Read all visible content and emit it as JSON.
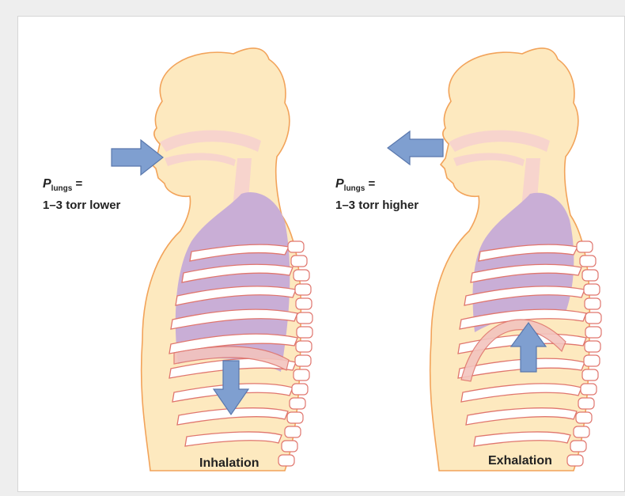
{
  "panels": [
    {
      "caption": "Inhalation",
      "pressure": {
        "symbol": "P",
        "subscript": "lungs",
        "equals": "=",
        "value": "1–3 torr lower"
      }
    },
    {
      "caption": "Exhalation",
      "pressure": {
        "symbol": "P",
        "subscript": "lungs",
        "equals": "=",
        "value": "1–3 torr higher"
      }
    }
  ],
  "colors": {
    "body_fill": "#fde9bf",
    "body_outline": "#f2a35a",
    "airway": "#f7d4cd",
    "lung": "#c9aed6",
    "rib": "#ffffff",
    "rib_outline": "#e0766e",
    "diaphragm": "#f3c4be",
    "arrow": "#7f9fd0",
    "arrow_outline": "#5a78ad"
  }
}
